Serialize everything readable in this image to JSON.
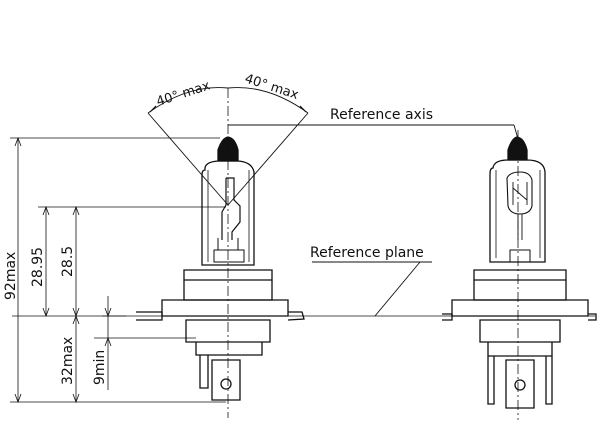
{
  "annotations": {
    "angle_left": "40° max",
    "angle_right": "40° max",
    "reference_axis": "Reference axis",
    "reference_plane": "Reference plane"
  },
  "dimensions": {
    "overall_height": "92max",
    "dim_2895": "28.95",
    "dim_285": "28.5",
    "dim_32": "32max",
    "dim_9": "9min"
  }
}
